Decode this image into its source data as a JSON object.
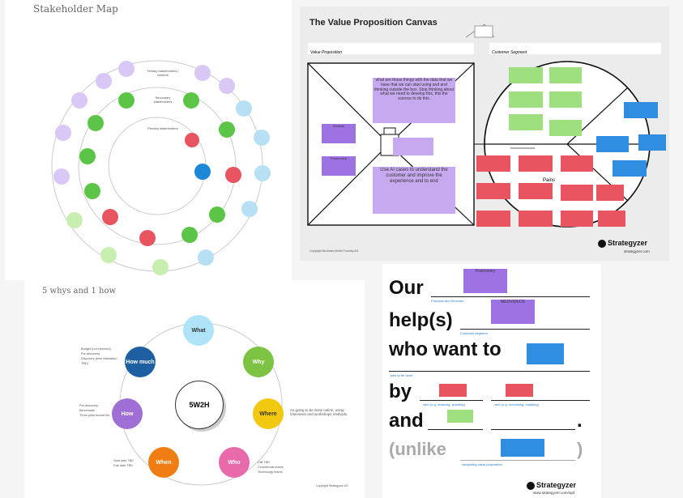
{
  "stakeholder": {
    "title": "Stakeholder Map",
    "ring_outer": "Tertiary stakeholders / network",
    "ring_mid": "Secondary stakeholders",
    "ring_inner": "Primary stakeholders"
  },
  "vpc": {
    "title": "The Value Proposition Canvas",
    "left_label": "Value Proposition",
    "right_label": "Customer Segment",
    "note_top": "what are those things with the data that we have that we can start using and and thinking outside the box. Stop thinking about what we need to develop this, this the science to do this.",
    "note_bottom": "Use AI cases to understand the customer and improve the experience and to end",
    "note_purple_1": "Website",
    "note_purple_2": "Postcovery",
    "pains_label": "Pains",
    "brand": "Strategyzer",
    "brand_url": "strategyzer.com",
    "copyright": "Copyright Business Model Foundry AG"
  },
  "whys": {
    "title": "5 whys and 1 how",
    "center": "5W2H",
    "nodes": [
      "What",
      "Why",
      "Where",
      "Who",
      "When",
      "How",
      "How much"
    ],
    "colors": [
      "#aee3f8",
      "#7cc243",
      "#f2c911",
      "#e86aaa",
      "#f07d12",
      "#9f6fd6",
      "#1d5fa0"
    ],
    "where_text": "As going to be done online, using interviews and workshops methods.",
    "who_lines": [
      "Cliff TBD",
      "Commercial teams",
      "Technology teams"
    ],
    "when_lines": [
      "Start date TBD",
      "Due date TBD"
    ],
    "how_lines": [
      "Pre-discovery",
      "Benchmark",
      "Three pillar bucket list"
    ],
    "howmuch_lines": [
      "Budget (not informed)",
      "Pre-discovery",
      "Discovery (time estimation TBD)"
    ],
    "copyright": "Copyright Strategyzer AG"
  },
  "vps": {
    "line1": "Our",
    "line2": "help(s)",
    "line3": "who want to",
    "line4": "by",
    "line5": "and",
    "line6": "(unlike",
    "tag1": "Products and Services",
    "tag2": "Customer segment",
    "tag3": "jobs to be done",
    "tag4": "verb (e.g. reducing, avoiding)",
    "tag5": "verb (e.g. increasing, enabling)",
    "tag6": "competing value proposition",
    "note1": "Postcovery",
    "note2": "MEDVIDEOS",
    "brand": "Strategyzer",
    "brand_url": "www.strategyzer.com/vpd"
  }
}
